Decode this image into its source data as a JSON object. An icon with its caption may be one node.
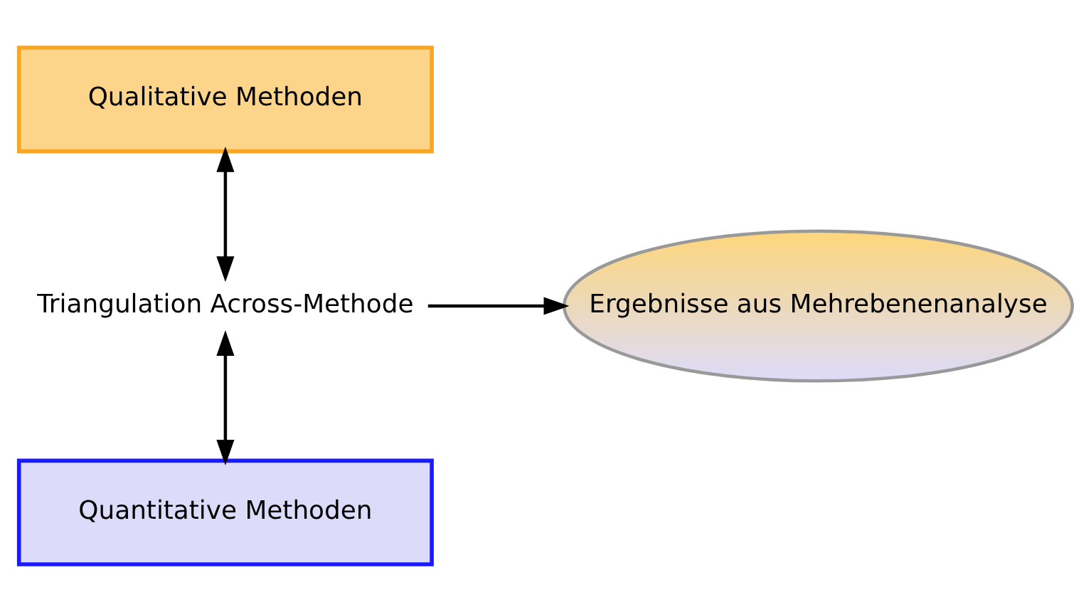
{
  "diagram": {
    "nodes": [
      {
        "text": [
          "Qualitative Methoden"
        ]
      },
      {
        "text": [
          "Triangulation Across-Methode"
        ]
      },
      {
        "text": [
          "Ergebnisse aus Mehrebenenanalyse"
        ]
      },
      {
        "text": [
          "Quantitative Methoden"
        ]
      }
    ],
    "edges": [
      {
        "from": 0,
        "to": 1,
        "arrow": "both"
      },
      {
        "from": 1,
        "to": 3,
        "arrow": "both"
      },
      {
        "from": 1,
        "to": 2,
        "arrow": "to"
      }
    ]
  }
}
